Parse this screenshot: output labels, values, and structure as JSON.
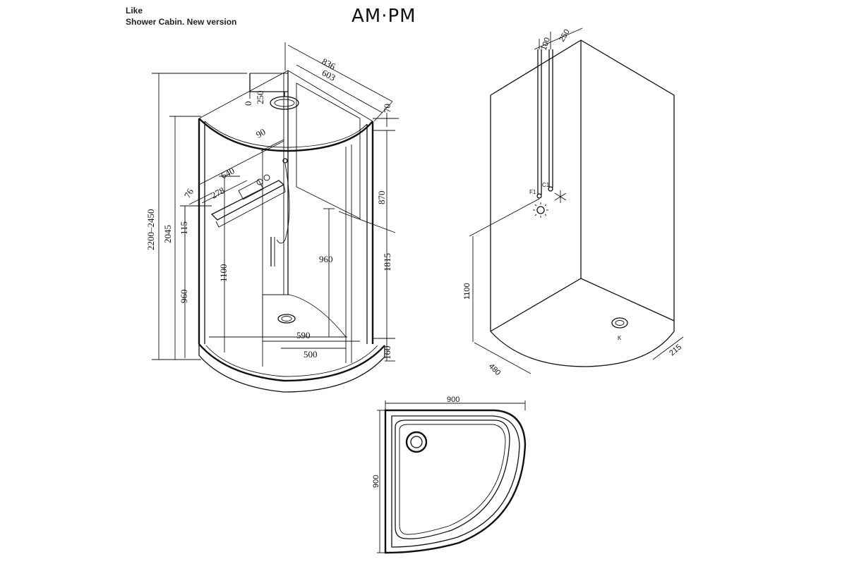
{
  "header": {
    "series": "Like",
    "product": "Shower Cabin. New version",
    "brand": "AM·PM"
  },
  "cabin_dims": {
    "d836": "836",
    "d603": "603",
    "d70": "70",
    "d250": "250",
    "d90": "90",
    "d640": "640",
    "d278": "278",
    "d76": "76",
    "d115": "115",
    "d2200": "2200–2450",
    "d2045": "2045",
    "d1100": "1100",
    "d960a": "960",
    "d960b": "960",
    "d870": "870",
    "d1815": "1815",
    "d590": "590",
    "d500": "500",
    "d160": "160"
  },
  "install_dims": {
    "d100": "100",
    "d250": "250",
    "d1100": "1100",
    "d480": "480",
    "d215": "215",
    "f1": "F1",
    "c1": "C1",
    "k": "K"
  },
  "tray_dims": {
    "w": "900",
    "h": "900"
  }
}
